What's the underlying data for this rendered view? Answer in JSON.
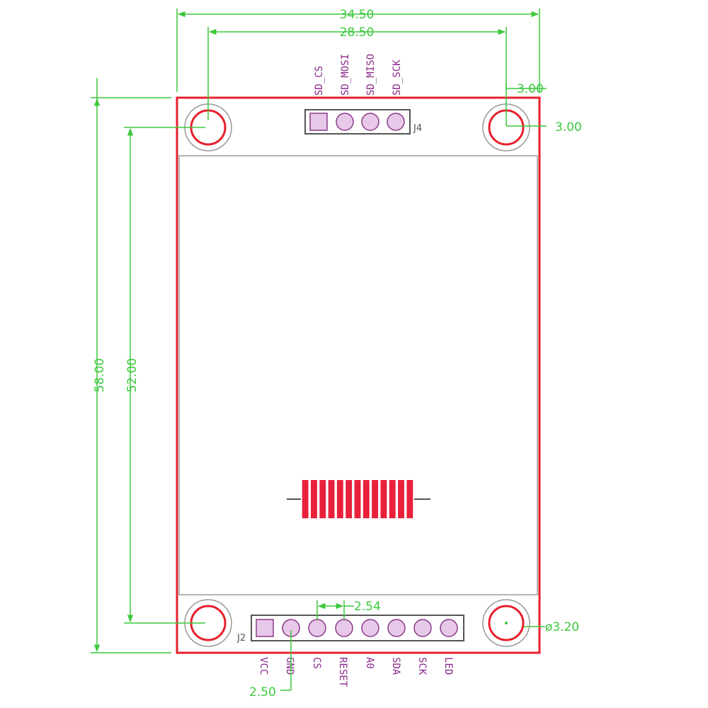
{
  "colors": {
    "dimension": "#3cc83c",
    "outline": "#e8202c",
    "screen": "#b4b4b4",
    "pad": "#e8c8e8",
    "pad_stroke": "#8a3a8a",
    "label": "#8a2a8a",
    "header": "#555555",
    "flex": "#e8203c"
  },
  "dimensions": {
    "overall_width": "34.50",
    "hole_spacing_x": "28.50",
    "overall_height": "58.00",
    "hole_spacing_y": "52.00",
    "hole_offset_x": "3.00",
    "hole_offset_y": "3.00",
    "pin_pitch": "2.54",
    "pin_offset": "2.50",
    "hole_diameter": "ø3.20"
  },
  "headers": {
    "j4": {
      "ref": "J4",
      "pins": [
        "SD_CS",
        "SD_MOSI",
        "SD_MISO",
        "SD_SCK"
      ]
    },
    "j2": {
      "ref": "J2",
      "pins": [
        "VCC",
        "GND",
        "CS",
        "RESET",
        "A0",
        "SDA",
        "SCK",
        "LED"
      ]
    }
  },
  "fpc": {
    "finger_count": 13
  }
}
